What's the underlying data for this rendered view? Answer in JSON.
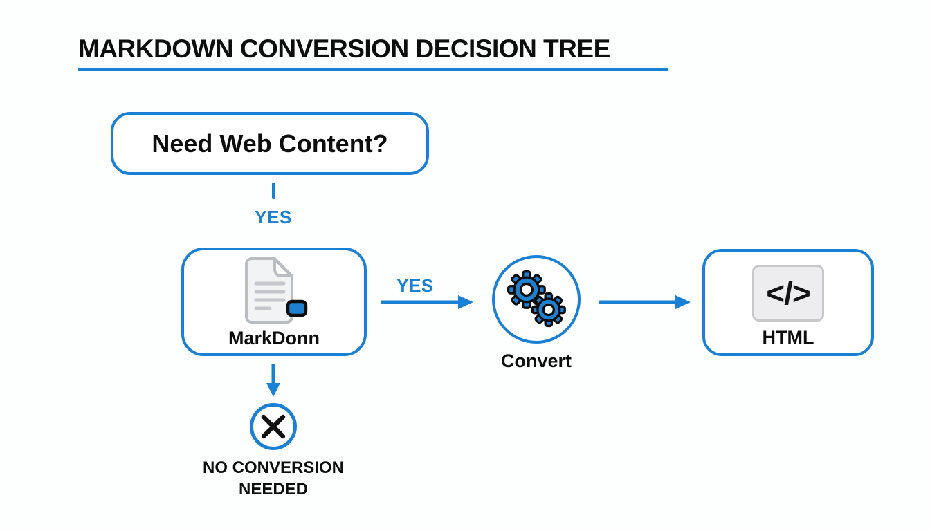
{
  "colors": {
    "accent_blue": "#1a80d4",
    "gear_blue": "#2080d0",
    "text_black": "#0d0d0d",
    "icon_gray_fill": "#f2f3f5",
    "icon_gray_stroke": "#b9bdc2",
    "code_chip_bg": "#ededef",
    "code_chip_border": "#c5c7c9",
    "background": "#fdfefe"
  },
  "title": "MARKDOWN CONVERSION DECISION TREE",
  "nodes": {
    "question": {
      "label": "Need Web Content?"
    },
    "markdown": {
      "label": "MarkDonn",
      "icon": "markdown-document-icon"
    },
    "convert": {
      "label": "Convert",
      "icon": "gears-icon"
    },
    "html": {
      "label": "HTML",
      "icon": "code-icon",
      "code_glyph": "</>"
    },
    "no_conversion": {
      "label_line1": "NO CONVERSION",
      "label_line2": "NEEDED",
      "icon": "x-circle-icon"
    }
  },
  "edges": {
    "question_yes": {
      "label": "YES"
    },
    "markdown_to_convert": {
      "label": "YES"
    }
  }
}
